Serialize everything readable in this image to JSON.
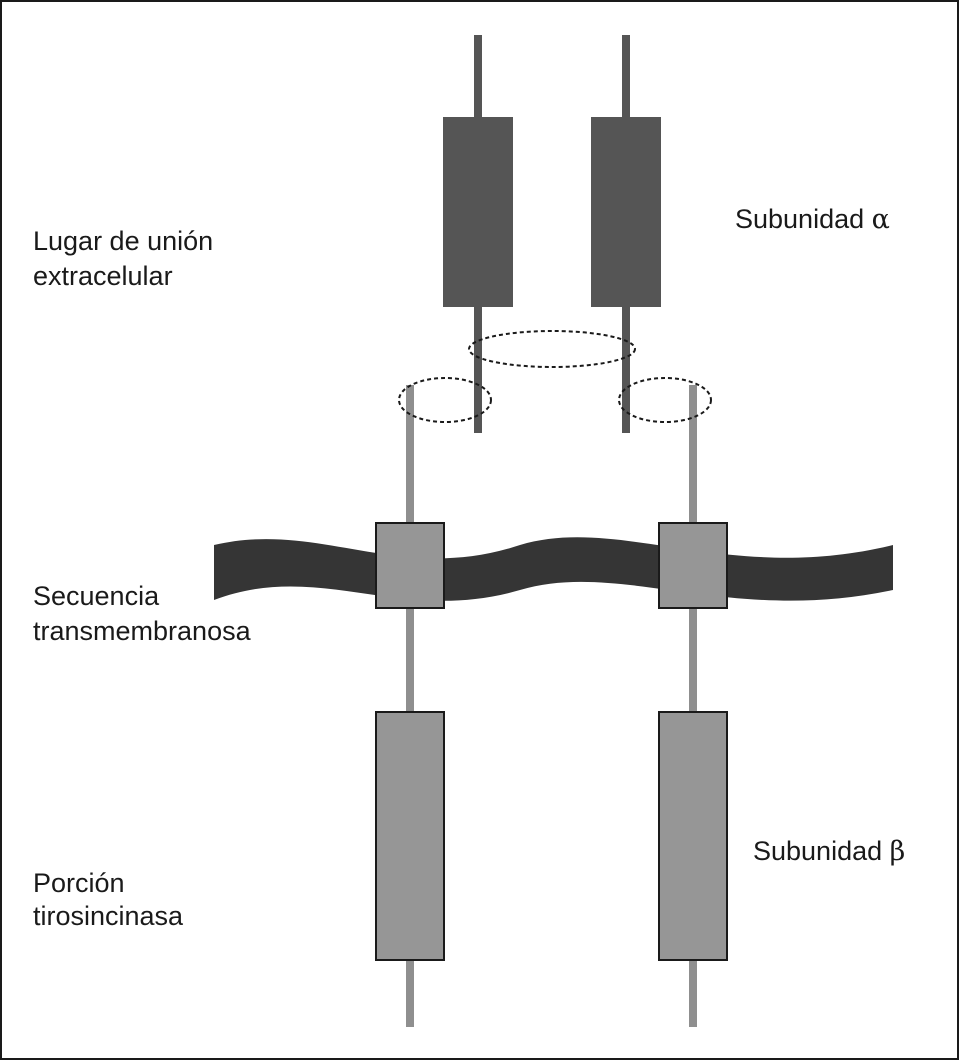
{
  "labels": {
    "binding_site_line1": "Lugar de unión",
    "binding_site_line2": "extracelular",
    "alpha_subunit": "Subunidad ",
    "alpha_symbol": "α",
    "transmembrane_line1": "Secuencia",
    "transmembrane_line2": "transmembranosa",
    "beta_subunit": "Subunidad ",
    "beta_symbol": "β",
    "kinase_line1": "Porción",
    "kinase_line2": "tirosincinasa"
  },
  "colors": {
    "alpha_chain": "#555555",
    "beta_chain": "#8f8f8f",
    "beta_box": "#969696",
    "membrane": "#353535",
    "disulfide_bond": "#1a1a1a",
    "frame": "#1a1a1a"
  }
}
